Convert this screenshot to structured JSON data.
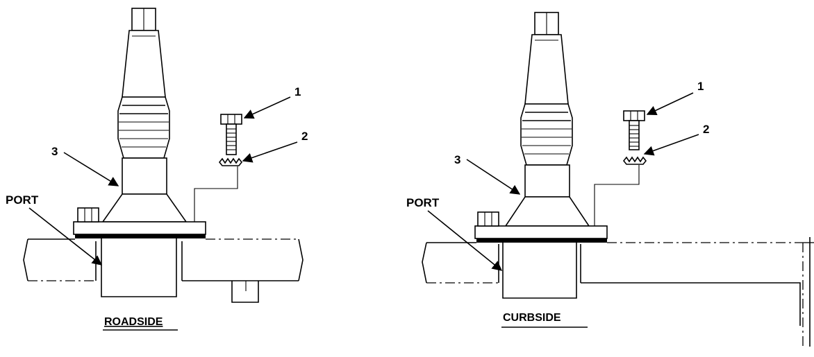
{
  "views": [
    {
      "caption": "ROADSIDE",
      "port_label": "PORT",
      "callouts": [
        "1",
        "2",
        "3"
      ]
    },
    {
      "caption": "CURBSIDE",
      "port_label": "PORT",
      "callouts": [
        "1",
        "2",
        "3"
      ]
    }
  ]
}
